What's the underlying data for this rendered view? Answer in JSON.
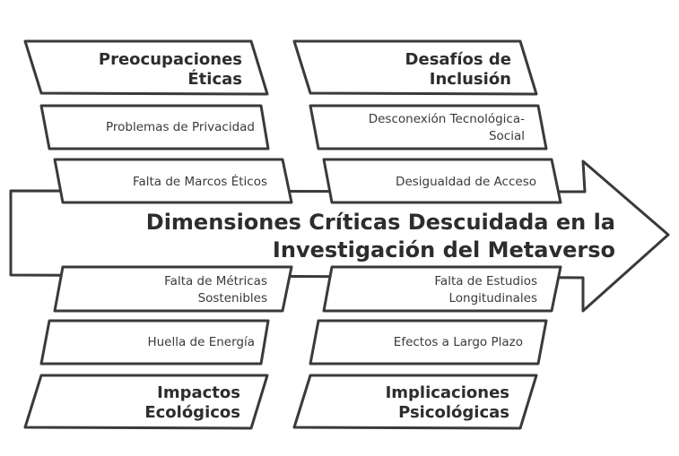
{
  "diagram": {
    "title": "Dimensiones Críticas Descuidada en la\nInvestigación del Metaverso",
    "categories": {
      "top_left": {
        "label": "Preocupaciones\nÉticas",
        "causes": [
          "Problemas de Privacidad",
          "Falta de Marcos Éticos"
        ]
      },
      "top_right": {
        "label": "Desafíos de\nInclusión",
        "causes": [
          "Desconexión Tecnológica-\nSocial",
          "Desigualdad de Acceso"
        ]
      },
      "bottom_left": {
        "label": "Impactos\nEcológicos",
        "causes": [
          "Falta de Métricas\nSostenibles",
          "Huella de Energía"
        ]
      },
      "bottom_right": {
        "label": "Implicaciones\nPsicológicas",
        "causes": [
          "Falta de Estudios\nLongitudinales",
          "Efectos a Largo Plazo"
        ]
      }
    }
  }
}
